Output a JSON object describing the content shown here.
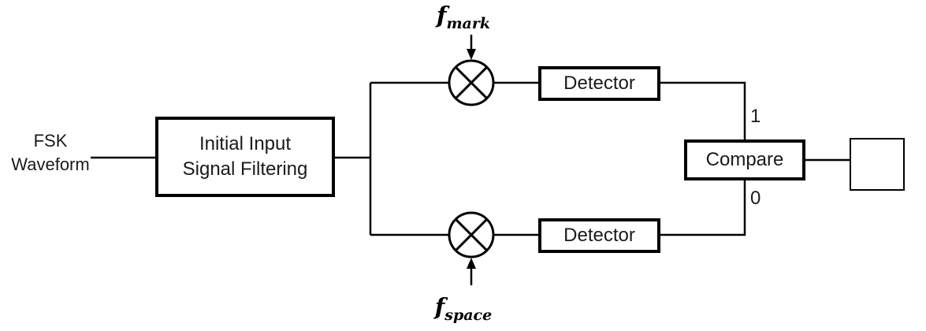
{
  "diagram": {
    "input": {
      "line1": "FSK",
      "line2": "Waveform"
    },
    "filter": {
      "line1": "Initial Input",
      "line2": "Signal Filtering"
    },
    "mark_oscillator": {
      "symbol": "f",
      "subscript": "mark"
    },
    "space_oscillator": {
      "symbol": "f",
      "subscript": "space"
    },
    "detector_top": {
      "label": "Detector"
    },
    "detector_bottom": {
      "label": "Detector"
    },
    "compare": {
      "label": "Compare"
    },
    "branch_labels": {
      "one": "1",
      "zero": "0"
    },
    "icons": {
      "multiplier_top": "multiplier-mixer-icon",
      "multiplier_bottom": "multiplier-mixer-icon",
      "output_symbol": "step-function-icon"
    },
    "colors": {
      "stroke": "#000000",
      "background": "#ffffff"
    }
  }
}
